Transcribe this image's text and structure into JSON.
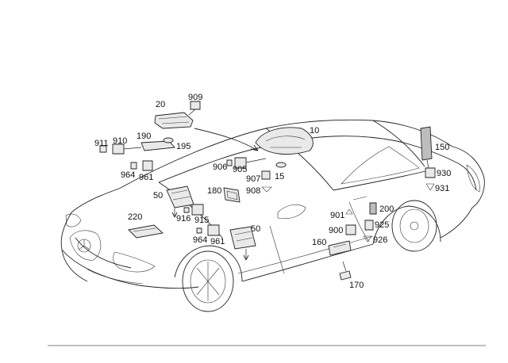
{
  "diagram": {
    "callouts": [
      "20",
      "909",
      "190",
      "195",
      "911",
      "910",
      "10",
      "964",
      "961",
      "906",
      "905",
      "15",
      "907",
      "908",
      "150",
      "930",
      "931",
      "180",
      "50",
      "916",
      "915",
      "220",
      "964",
      "961",
      "50",
      "901",
      "200",
      "925",
      "900",
      "926",
      "160",
      "170"
    ],
    "colors": {
      "line": "#222222",
      "part_fill": "#e9e9e9",
      "part_dark": "#bdbdbd",
      "background": "#ffffff"
    }
  }
}
